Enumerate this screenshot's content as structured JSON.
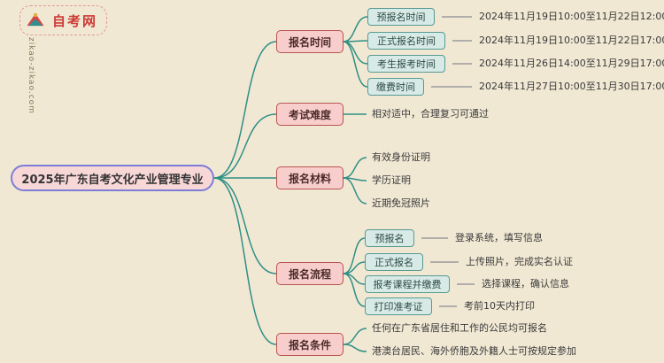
{
  "logo": {
    "site_name": "自考网",
    "site_url": "zikao-zikao.com"
  },
  "root": {
    "label": "2025年广东自考文化产业管理专业"
  },
  "branches": [
    {
      "label": "报名时间",
      "children": [
        {
          "label": "预报名时间",
          "value": "2024年11月19日10:00至11月22日12:00"
        },
        {
          "label": "正式报名时间",
          "value": "2024年11月19日10:00至11月22日17:00"
        },
        {
          "label": "考生报考时间",
          "value": "2024年11月26日14:00至11月29日17:00"
        },
        {
          "label": "缴费时间",
          "value": "2024年11月27日10:00至11月30日17:00"
        }
      ]
    },
    {
      "label": "考试难度",
      "children": [
        {
          "label": "相对适中，合理复习可通过"
        }
      ]
    },
    {
      "label": "报名材料",
      "children": [
        {
          "label": "有效身份证明"
        },
        {
          "label": "学历证明"
        },
        {
          "label": "近期免冠照片"
        }
      ]
    },
    {
      "label": "报名流程",
      "children": [
        {
          "label": "预报名",
          "value": "登录系统，填写信息"
        },
        {
          "label": "正式报名",
          "value": "上传照片，完成实名认证"
        },
        {
          "label": "报考课程并缴费",
          "value": "选择课程，确认信息"
        },
        {
          "label": "打印准考证",
          "value": "考前10天内打印"
        }
      ]
    },
    {
      "label": "报名条件",
      "children": [
        {
          "label": "任何在广东省居住和工作的公民均可报名"
        },
        {
          "label": "港澳台居民、海外侨胞及外籍人士可按规定参加"
        }
      ]
    }
  ],
  "colors": {
    "bg": "#f1e8d4",
    "rootFill": "#f8d7d7",
    "rootStroke": "#7d7dd8",
    "catFill": "#f8cecc",
    "catStroke": "#b85450",
    "leafFill": "#d7eae6",
    "leafStroke": "#579a93",
    "line": "#2f8f85",
    "dash": "#9b9b9b",
    "logoRed": "#cc3b36",
    "logoTeal": "#2e8f8f"
  }
}
